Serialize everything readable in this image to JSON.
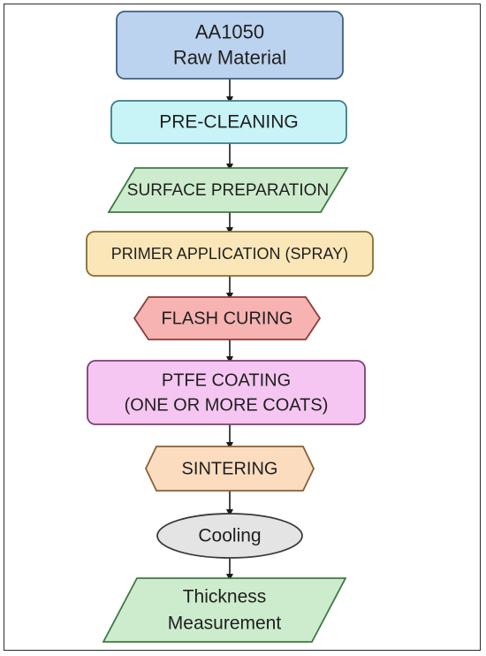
{
  "flowchart": {
    "nodes": [
      {
        "id": "raw-material",
        "lines": [
          "AA1050",
          "Raw Material"
        ],
        "shape": "rounded-rect",
        "fill": "#bcd3ef",
        "stroke": "#3f5f85"
      },
      {
        "id": "pre-cleaning",
        "lines": [
          "PRE-CLEANING"
        ],
        "shape": "rounded-rect",
        "fill": "#c8f3f7",
        "stroke": "#3a7d86"
      },
      {
        "id": "surface-preparation",
        "lines": [
          "SURFACE PREPARATION"
        ],
        "shape": "parallelogram",
        "fill": "#cdeccd",
        "stroke": "#3e7a42"
      },
      {
        "id": "primer-application",
        "lines": [
          "PRIMER APPLICATION (SPRAY)"
        ],
        "shape": "rounded-rect",
        "fill": "#fbe6b8",
        "stroke": "#8a6d2c"
      },
      {
        "id": "flash-curing",
        "lines": [
          "FLASH CURING"
        ],
        "shape": "hexagon",
        "fill": "#f6b3b1",
        "stroke": "#8b3b39"
      },
      {
        "id": "ptfe-coating",
        "lines": [
          "PTFE COATING",
          "(ONE OR MORE COATS)"
        ],
        "shape": "rounded-rect",
        "fill": "#f5c6f1",
        "stroke": "#7a3f77"
      },
      {
        "id": "sintering",
        "lines": [
          "SINTERING"
        ],
        "shape": "hexagon",
        "fill": "#fcdcbf",
        "stroke": "#8a5f35"
      },
      {
        "id": "cooling",
        "lines": [
          "Cooling"
        ],
        "shape": "ellipse",
        "fill": "#e4e4e4",
        "stroke": "#3a3a3a"
      },
      {
        "id": "thickness-measurement",
        "lines": [
          "Thickness",
          "Measurement"
        ],
        "shape": "parallelogram",
        "fill": "#cdeccd",
        "stroke": "#3e7a42"
      }
    ]
  }
}
